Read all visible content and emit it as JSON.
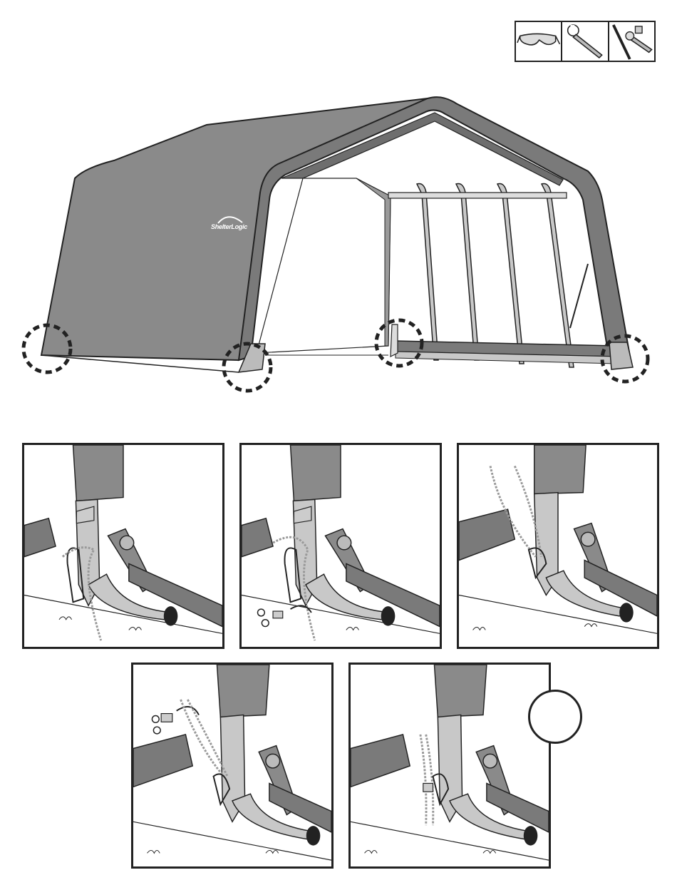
{
  "brand": {
    "logo_text": "ShelterLogic"
  },
  "tools": {
    "items": [
      {
        "name": "safety-glasses-icon"
      },
      {
        "name": "adjustable-wrench-icon"
      },
      {
        "name": "socket-wrench-icon"
      }
    ]
  },
  "panels": [
    {
      "name": "step-panel-1"
    },
    {
      "name": "step-panel-2"
    },
    {
      "name": "step-panel-3"
    },
    {
      "name": "step-panel-4"
    },
    {
      "name": "step-panel-5"
    }
  ],
  "colors": {
    "canopy": "#8a8a8a",
    "canopy_dark": "#6e6e6e",
    "frame": "#c8c8c8",
    "outline": "#222222"
  }
}
